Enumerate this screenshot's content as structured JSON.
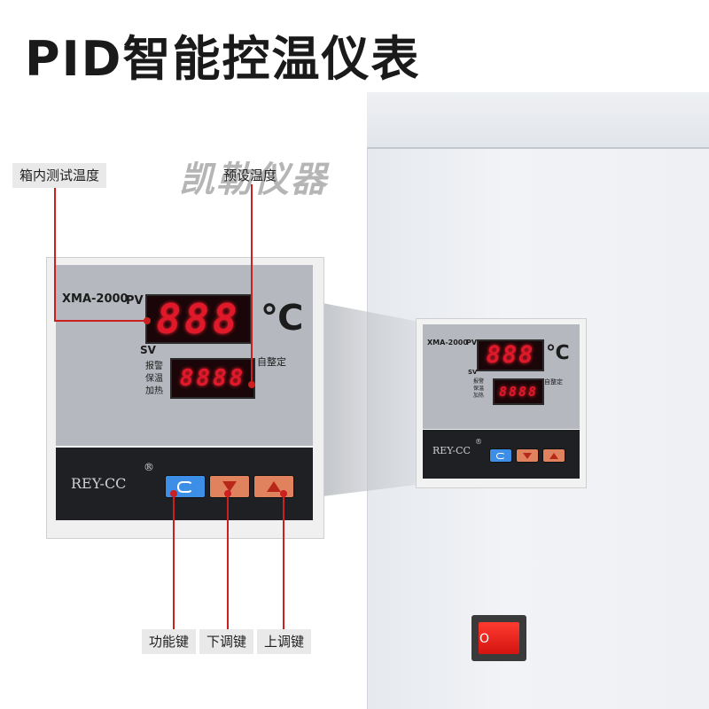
{
  "title": "PID智能控温仪表",
  "watermark": "凯勒仪器",
  "callouts": {
    "box_temp": "箱内测试温度",
    "set_temp": "预设温度",
    "func_key": "功能键",
    "down_key": "下调键",
    "up_key": "上调键"
  },
  "panel": {
    "model": "XMA-2000",
    "pv_label": "PV",
    "sv_label": "SV",
    "unit": "℃",
    "pv_display": "888",
    "sv_display": "8888",
    "status_lines": [
      "报警",
      "保温",
      "加热"
    ],
    "autotune": "自整定",
    "brand": "REY-CC",
    "registered": "®"
  },
  "power_switch": {
    "mark": "O"
  },
  "colors": {
    "led_red": "#e0192a",
    "panel_gray": "#b5b8bf",
    "callout_line": "#cc1f1f",
    "button_blue": "#3d8ee6",
    "button_orange": "#e0825e"
  },
  "icons": [
    "cycle-icon",
    "down-arrow-icon",
    "up-arrow-icon"
  ]
}
